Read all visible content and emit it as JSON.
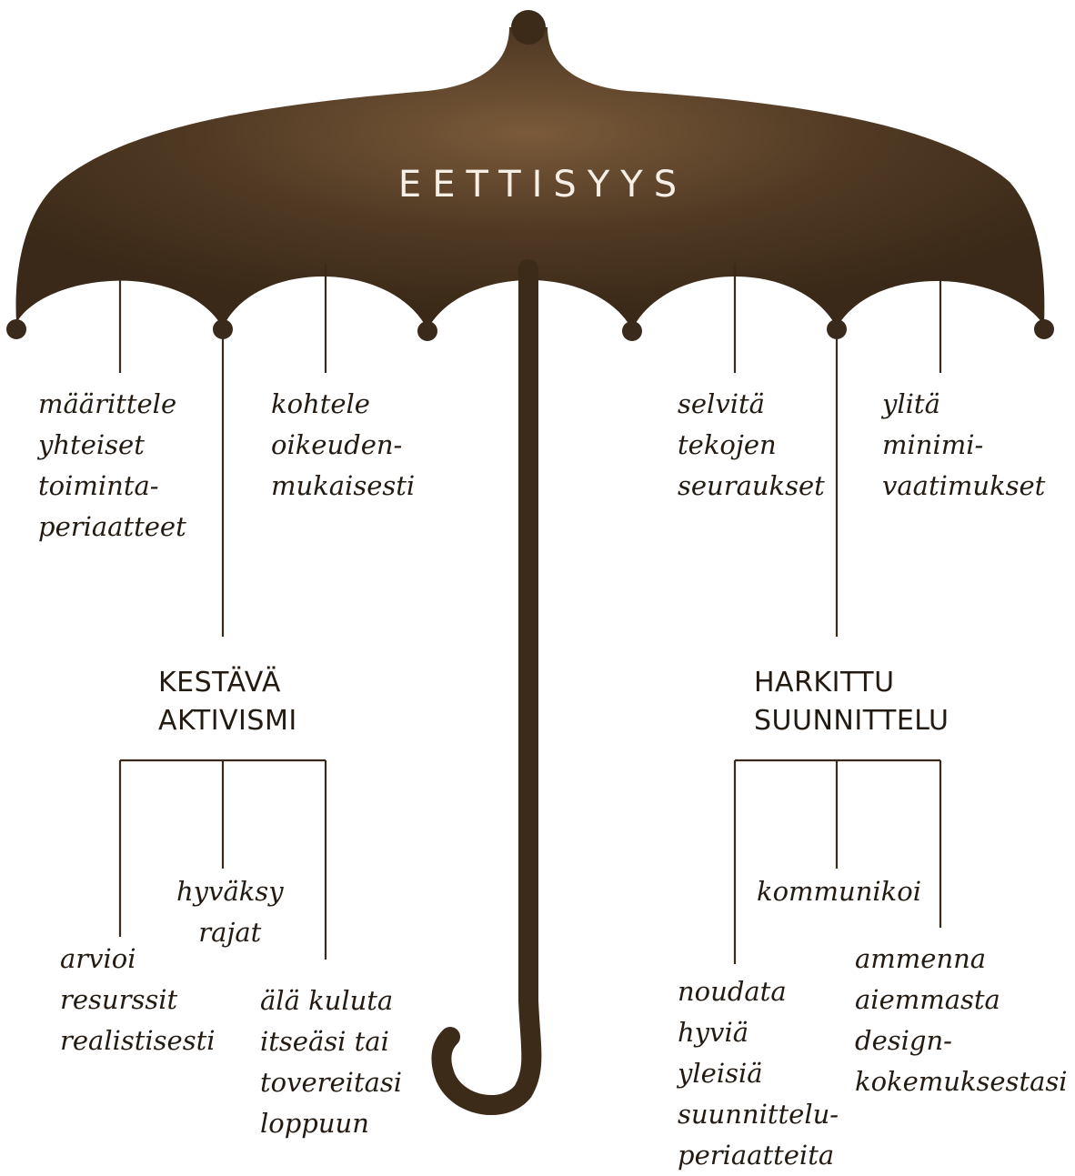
{
  "title": "EETTISYYS",
  "colors": {
    "canopy": "#4a3521",
    "canopy_highlight": "#7a5a3a",
    "ink": "#231a12",
    "title_text": "#f6efe6"
  },
  "left_branch": {
    "heading": "KESTÄVÄ\nAKTIVISMI",
    "top_items": [
      "määrittele\nyhteiset\ntoiminta-\nperiaatteet",
      "kohtele\noikeuden-\nmukaisesti"
    ],
    "sub_items": [
      "arvioi\nresurssit\nrealistisesti",
      "hyväksy\nrajat",
      "älä kuluta\nitseäsi tai\ntovereitasi\nloppuun"
    ]
  },
  "right_branch": {
    "heading": "HARKITTU\nSUUNNITTELU",
    "top_items": [
      "selvitä\ntekojen\nseuraukset",
      "ylitä\nminimi-\nvaatimukset"
    ],
    "sub_items": [
      "noudata\nhyviä\nyleisiä\nsuunnittelu-\nperiaatteita",
      "kommunikoi",
      "ammenna\naiemmasta\ndesign-\nkokemuksestasi"
    ]
  }
}
